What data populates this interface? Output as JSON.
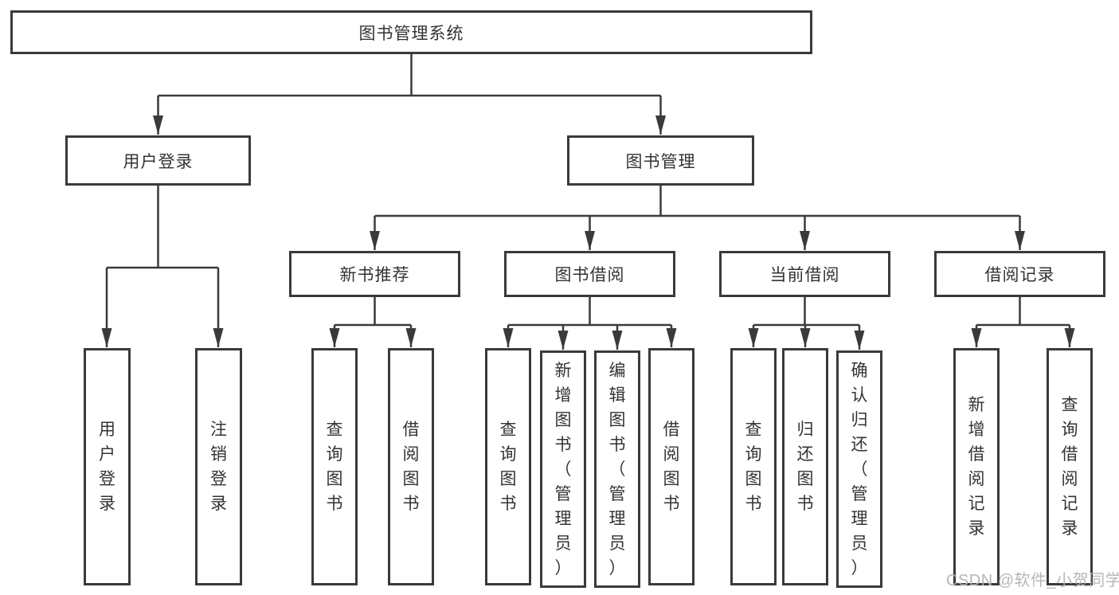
{
  "watermark": "CSDN @软件_小贺同学",
  "colors": {
    "line": "#3a3a3a",
    "box_border": "#3a3a3a",
    "text": "#333333",
    "watermark": "#b2b2b2",
    "background": "#ffffff"
  },
  "tree": {
    "root": "图书管理系统",
    "branches": [
      {
        "label": "用户登录",
        "leaves": [
          "用户登录",
          "注销登录"
        ]
      },
      {
        "label": "图书管理",
        "sections": [
          {
            "label": "新书推荐",
            "leaves": [
              "查询图书",
              "借阅图书"
            ]
          },
          {
            "label": "图书借阅",
            "leaves": [
              "查询图书",
              "新增图书（管理员）",
              "编辑图书（管理员）",
              "借阅图书"
            ]
          },
          {
            "label": "当前借阅",
            "leaves": [
              "查询图书",
              "归还图书",
              "确认归还（管理员）"
            ]
          },
          {
            "label": "借阅记录",
            "leaves": [
              "新增借阅记录",
              "查询借阅记录"
            ]
          }
        ]
      }
    ]
  }
}
